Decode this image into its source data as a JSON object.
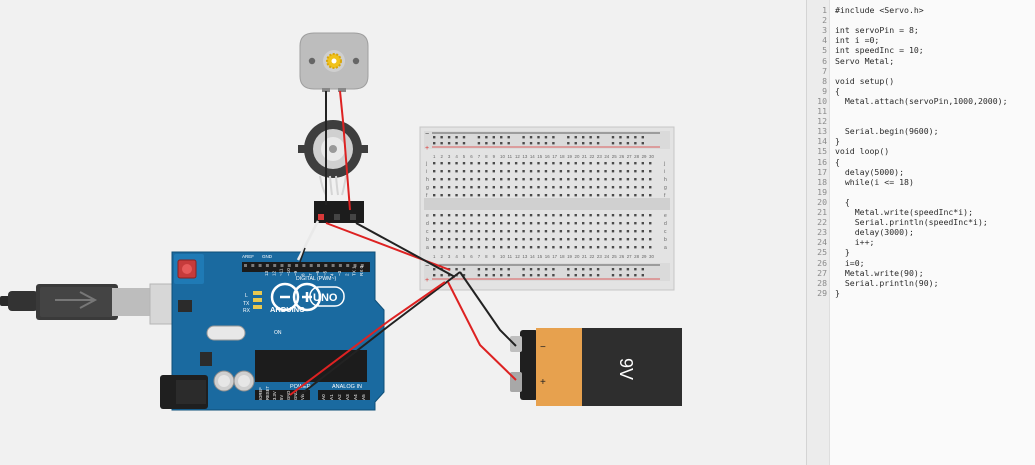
{
  "canvas": {
    "battery_label": "9V",
    "battery_minus": "−",
    "battery_plus": "+",
    "arduino": {
      "brand": "ARDUINO",
      "model": "UNO",
      "digital_label": "DIGITAL (PWM~)",
      "power_label": "POWER",
      "analog_label": "ANALOG IN",
      "tx_label": "TX",
      "rx_label": "RX",
      "l_label": "L",
      "on_label": "ON",
      "aref_label": "AREF",
      "gnd_label": "GND",
      "digital_pins": [
        "13",
        "12",
        "~11",
        "~10",
        "~9",
        "8",
        "7",
        "~6",
        "~5",
        "4",
        "~3",
        "2",
        "TX 1",
        "RX 0"
      ],
      "power_pins": [
        "IOREF",
        "RESET",
        "3.3V",
        "5V",
        "GND",
        "GND",
        "Vin"
      ],
      "analog_pins": [
        "A0",
        "A1",
        "A2",
        "A3",
        "A4",
        "A5"
      ]
    },
    "breadboard": {
      "columns": [
        "1",
        "2",
        "3",
        "4",
        "5",
        "6",
        "7",
        "8",
        "9",
        "10",
        "11",
        "12",
        "13",
        "14",
        "15",
        "16",
        "17",
        "18",
        "19",
        "20",
        "21",
        "22",
        "23",
        "24",
        "25",
        "26",
        "27",
        "28",
        "29",
        "30"
      ],
      "rows_top": [
        "j",
        "i",
        "h",
        "g",
        "f"
      ],
      "rows_bottom": [
        "e",
        "d",
        "c",
        "b",
        "a"
      ],
      "rail_plus": "+",
      "rail_minus": "−"
    }
  },
  "code_editor": {
    "lines": [
      "#include <Servo.h>",
      "",
      "int servoPin = 8;",
      "int i =0;",
      "int speedInc = 10;",
      "Servo Metal;",
      "",
      "void setup()",
      "{",
      "  Metal.attach(servoPin,1000,2000);",
      "",
      "",
      "  Serial.begin(9600);",
      "}",
      "void loop()",
      "{",
      "  delay(5000);",
      "  while(i <= 18)",
      "",
      "  {",
      "    Metal.write(speedInc*i);",
      "    Serial.println(speedInc*i);",
      "    delay(3000);",
      "    i++;",
      "  }",
      "  i=0;",
      "  Metal.write(90);",
      "  Serial.println(90);",
      "}"
    ]
  }
}
